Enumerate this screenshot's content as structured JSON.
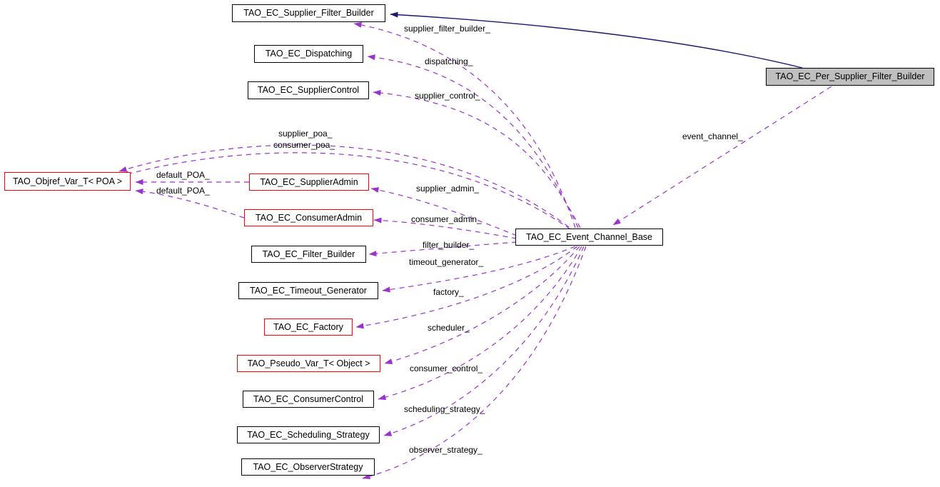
{
  "diagram": {
    "type": "class-collaboration-diagram",
    "colors": {
      "dashed_edge": "#9a32cd",
      "solid_edge": "#191970",
      "red_border": "#ff0000",
      "black_border": "#000000",
      "current_node_fill": "#bfbfbf",
      "background": "#ffffff"
    }
  },
  "nodes": {
    "supplier_filter_builder": {
      "label": "TAO_EC_Supplier_Filter_Builder",
      "style": "black"
    },
    "dispatching": {
      "label": "TAO_EC_Dispatching",
      "style": "black"
    },
    "supplier_control": {
      "label": "TAO_EC_SupplierControl",
      "style": "black"
    },
    "objref_var_poa": {
      "label": "TAO_Objref_Var_T< POA >",
      "style": "red"
    },
    "supplier_admin": {
      "label": "TAO_EC_SupplierAdmin",
      "style": "red"
    },
    "consumer_admin": {
      "label": "TAO_EC_ConsumerAdmin",
      "style": "red"
    },
    "filter_builder": {
      "label": "TAO_EC_Filter_Builder",
      "style": "black"
    },
    "timeout_generator": {
      "label": "TAO_EC_Timeout_Generator",
      "style": "black"
    },
    "factory": {
      "label": "TAO_EC_Factory",
      "style": "red"
    },
    "pseudo_var_object": {
      "label": "TAO_Pseudo_Var_T< Object >",
      "style": "red"
    },
    "consumer_control": {
      "label": "TAO_EC_ConsumerControl",
      "style": "black"
    },
    "scheduling_strategy": {
      "label": "TAO_EC_Scheduling_Strategy",
      "style": "black"
    },
    "observer_strategy": {
      "label": "TAO_EC_ObserverStrategy",
      "style": "black"
    },
    "event_channel_base": {
      "label": "TAO_EC_Event_Channel_Base",
      "style": "black"
    },
    "per_supplier_filter_builder": {
      "label": "TAO_EC_Per_Supplier_Filter_Builder",
      "style": "current"
    }
  },
  "edge_labels": {
    "supplier_filter_builder": "supplier_filter_builder_",
    "dispatching": "dispatching_",
    "supplier_control": "supplier_control_",
    "supplier_poa": "supplier_poa_",
    "consumer_poa": "consumer_poa_",
    "default_poa_supplier": "default_POA_",
    "default_poa_consumer": "default_POA_",
    "supplier_admin": "supplier_admin_",
    "consumer_admin": "consumer_admin_",
    "filter_builder": "filter_builder_",
    "timeout_generator": "timeout_generator_",
    "factory": "factory_",
    "scheduler": "scheduler_",
    "consumer_control": "consumer_control_",
    "scheduling_strategy": "scheduling_strategy_",
    "observer_strategy": "observer_strategy_",
    "event_channel": "event_channel_"
  },
  "edges": [
    {
      "from": "TAO_EC_Event_Channel_Base",
      "to": "TAO_EC_Supplier_Filter_Builder",
      "label": "supplier_filter_builder_",
      "style": "dashed"
    },
    {
      "from": "TAO_EC_Event_Channel_Base",
      "to": "TAO_EC_Dispatching",
      "label": "dispatching_",
      "style": "dashed"
    },
    {
      "from": "TAO_EC_Event_Channel_Base",
      "to": "TAO_EC_SupplierControl",
      "label": "supplier_control_",
      "style": "dashed"
    },
    {
      "from": "TAO_EC_Event_Channel_Base",
      "to": "TAO_Objref_Var_T< POA >",
      "label": "supplier_poa_",
      "style": "dashed"
    },
    {
      "from": "TAO_EC_Event_Channel_Base",
      "to": "TAO_Objref_Var_T< POA >",
      "label": "consumer_poa_",
      "style": "dashed"
    },
    {
      "from": "TAO_EC_SupplierAdmin",
      "to": "TAO_Objref_Var_T< POA >",
      "label": "default_POA_",
      "style": "dashed"
    },
    {
      "from": "TAO_EC_ConsumerAdmin",
      "to": "TAO_Objref_Var_T< POA >",
      "label": "default_POA_",
      "style": "dashed"
    },
    {
      "from": "TAO_EC_Event_Channel_Base",
      "to": "TAO_EC_SupplierAdmin",
      "label": "supplier_admin_",
      "style": "dashed"
    },
    {
      "from": "TAO_EC_Event_Channel_Base",
      "to": "TAO_EC_ConsumerAdmin",
      "label": "consumer_admin_",
      "style": "dashed"
    },
    {
      "from": "TAO_EC_Event_Channel_Base",
      "to": "TAO_EC_Filter_Builder",
      "label": "filter_builder_",
      "style": "dashed"
    },
    {
      "from": "TAO_EC_Event_Channel_Base",
      "to": "TAO_EC_Timeout_Generator",
      "label": "timeout_generator_",
      "style": "dashed"
    },
    {
      "from": "TAO_EC_Event_Channel_Base",
      "to": "TAO_EC_Factory",
      "label": "factory_",
      "style": "dashed"
    },
    {
      "from": "TAO_EC_Event_Channel_Base",
      "to": "TAO_Pseudo_Var_T< Object >",
      "label": "scheduler_",
      "style": "dashed"
    },
    {
      "from": "TAO_EC_Event_Channel_Base",
      "to": "TAO_EC_ConsumerControl",
      "label": "consumer_control_",
      "style": "dashed"
    },
    {
      "from": "TAO_EC_Event_Channel_Base",
      "to": "TAO_EC_Scheduling_Strategy",
      "label": "scheduling_strategy_",
      "style": "dashed"
    },
    {
      "from": "TAO_EC_Event_Channel_Base",
      "to": "TAO_EC_ObserverStrategy",
      "label": "observer_strategy_",
      "style": "dashed"
    },
    {
      "from": "TAO_EC_Per_Supplier_Filter_Builder",
      "to": "TAO_EC_Event_Channel_Base",
      "label": "event_channel_",
      "style": "dashed"
    },
    {
      "from": "TAO_EC_Per_Supplier_Filter_Builder",
      "to": "TAO_EC_Supplier_Filter_Builder",
      "label": "",
      "style": "solid-inheritance"
    }
  ]
}
